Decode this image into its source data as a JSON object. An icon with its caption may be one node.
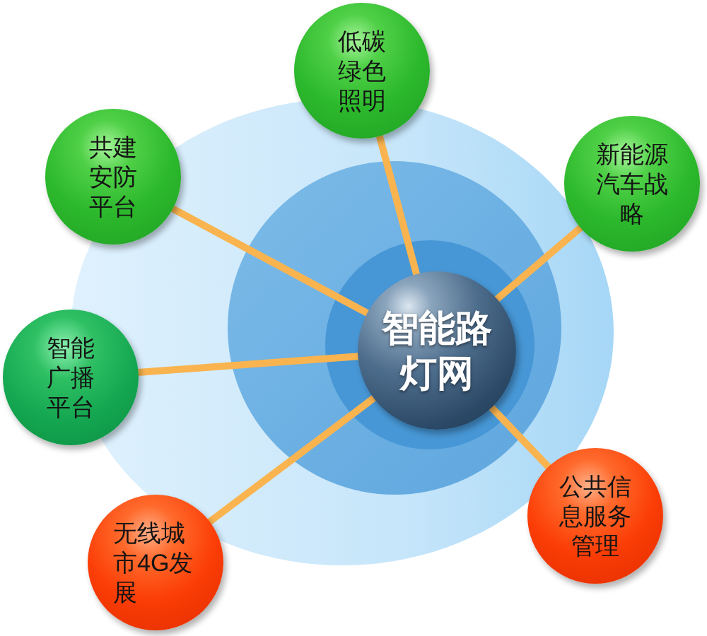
{
  "diagram": {
    "nodes": [
      {
        "text": [
          "智能路灯网"
        ]
      },
      {
        "text": [
          "低碳绿色照明"
        ]
      },
      {
        "text": [
          "新能源汽车战略"
        ]
      },
      {
        "text": [
          "公共信息服务管理"
        ]
      },
      {
        "text": [
          "无线城市4G发展"
        ]
      },
      {
        "text": [
          "智能广播平台"
        ]
      },
      {
        "text": [
          "共建安防平台"
        ]
      }
    ],
    "edges": [
      {
        "from": 0,
        "to": 1,
        "arrow": "none"
      },
      {
        "from": 0,
        "to": 2,
        "arrow": "none"
      },
      {
        "from": 0,
        "to": 3,
        "arrow": "none"
      },
      {
        "from": 0,
        "to": 4,
        "arrow": "none"
      },
      {
        "from": 0,
        "to": 5,
        "arrow": "none"
      },
      {
        "from": 0,
        "to": 6,
        "arrow": "none"
      }
    ]
  }
}
